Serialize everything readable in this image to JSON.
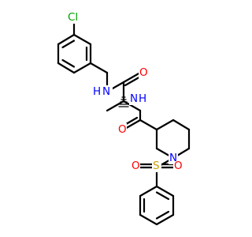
{
  "molecule": {
    "colors": {
      "bond": "#000000",
      "carbon": "#000000",
      "nitrogen": "#0000ff",
      "oxygen": "#ff0000",
      "sulfur": "#c8a000",
      "chlorine": "#00a000"
    },
    "labels": {
      "chlorine": "Cl",
      "amide_n1": "N",
      "amide_n1_h": "H",
      "carbonyl_o1": "O",
      "amide_n2": "N",
      "amide_n2_h": "H",
      "carbonyl_o2": "O",
      "piperidine_n": "N",
      "sulfonyl_s": "S",
      "sulfonyl_o_left": "O",
      "sulfonyl_o_right": "O"
    }
  }
}
